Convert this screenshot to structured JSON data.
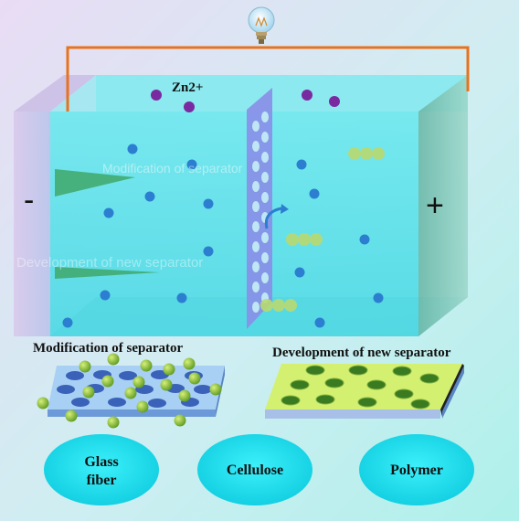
{
  "cell": {
    "ion_label": "Zn2+",
    "negative_sign": "-",
    "positive_sign": "+",
    "watermark_1": "Modification of separator",
    "watermark_2": "Development of new separator"
  },
  "sections": {
    "modification_title": "Modification of separator",
    "development_title": "Development of new separator"
  },
  "separator_types": [
    {
      "label": "Glass\nfiber"
    },
    {
      "label": "Cellulose"
    },
    {
      "label": "Polymer"
    }
  ],
  "colors": {
    "electrolyte": "#5fe3e8",
    "wire": "#e8731e",
    "zn_ion": "#7a2aa0",
    "blue_ion": "#2c7fd0",
    "green_particle": "#a8d060",
    "separator": "#7a8ae0",
    "oval": "#18e0f0",
    "new_separator": "#d4f070"
  }
}
